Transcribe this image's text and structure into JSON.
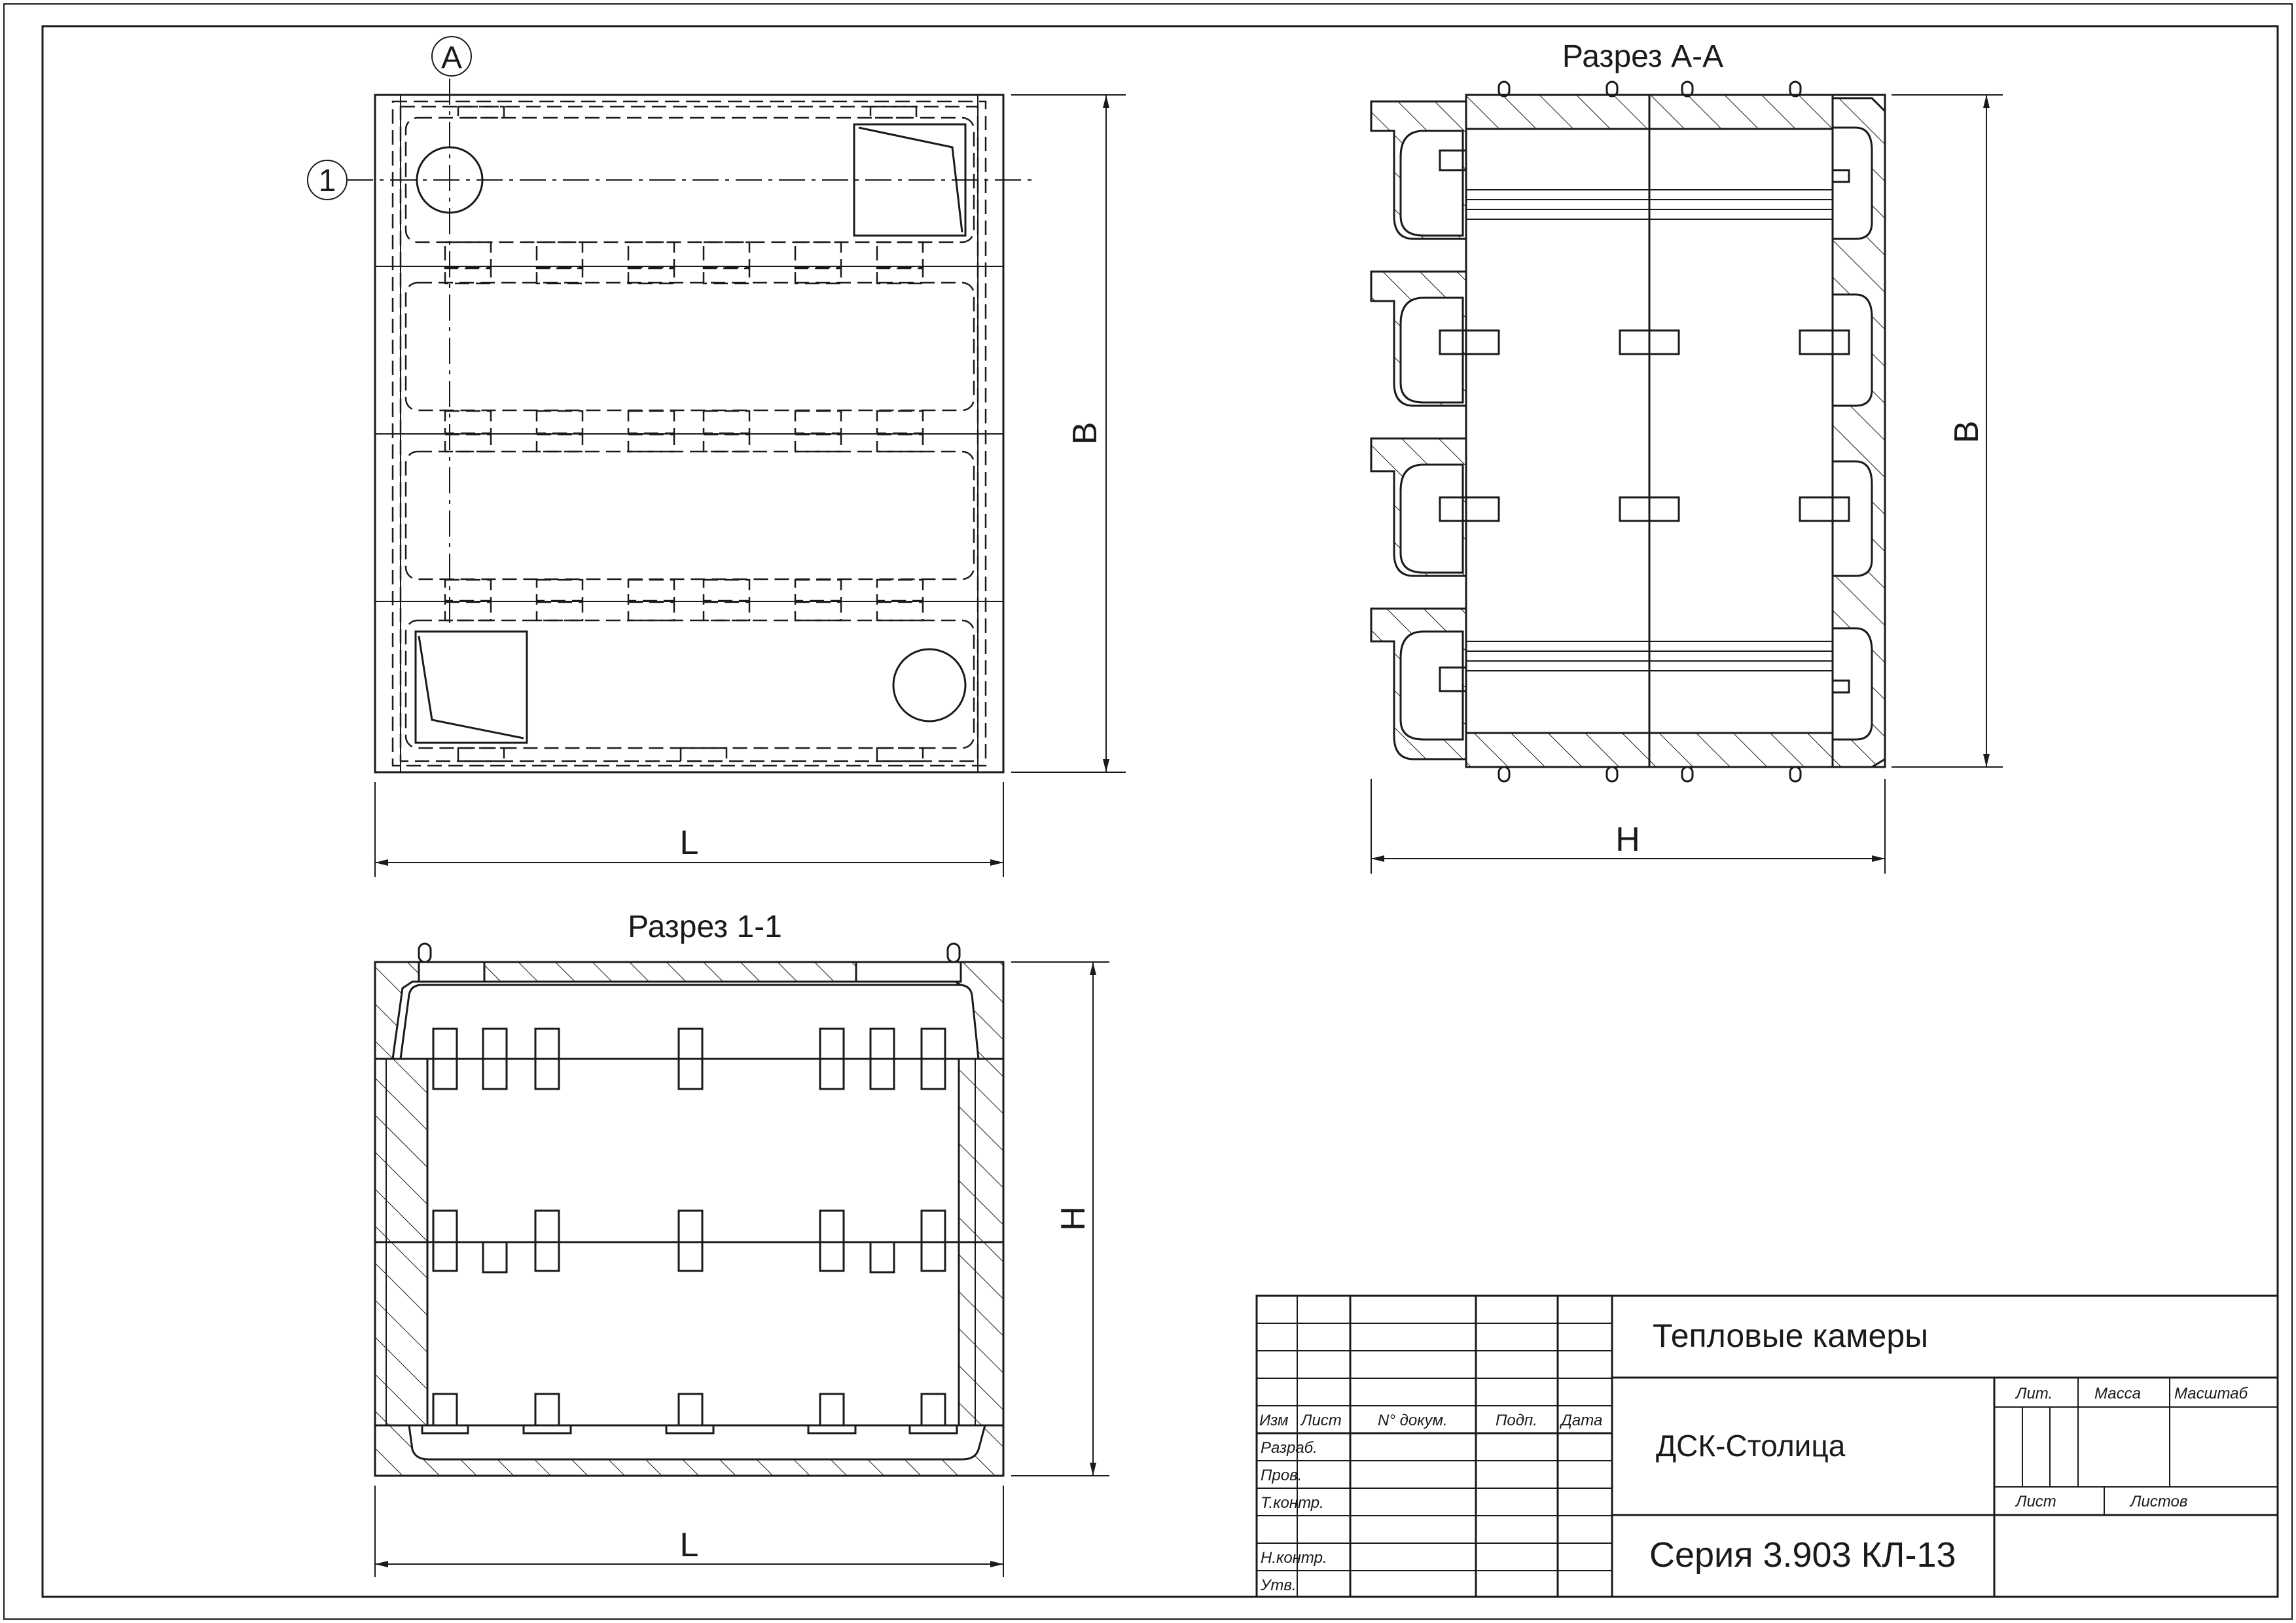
{
  "views": {
    "section_aa_title": "Разрез А-А",
    "section_11_title": "Разрез 1-1",
    "mark_a": "A",
    "mark_1": "1"
  },
  "dimensions": {
    "plan_width": "L",
    "plan_height": "B",
    "section_aa_width": "H",
    "section_aa_height": "B",
    "section_11_width": "L",
    "section_11_height": "H"
  },
  "title_block": {
    "headers": [
      "Изм",
      "Лист",
      "N° докум.",
      "Подп.",
      "Дата"
    ],
    "roles": [
      "Разраб.",
      "Пров.",
      "Т.контр.",
      "",
      "Н.контр.",
      "Утв."
    ],
    "title": "Тепловые камеры",
    "organization": "ДСК-Столица",
    "code": "Серия 3.903 КЛ-13",
    "lit_label": "Лит.",
    "mass_label": "Масса",
    "scale_label": "Масштаб",
    "sheet_label": "Лист",
    "sheets_label": "Листов"
  }
}
